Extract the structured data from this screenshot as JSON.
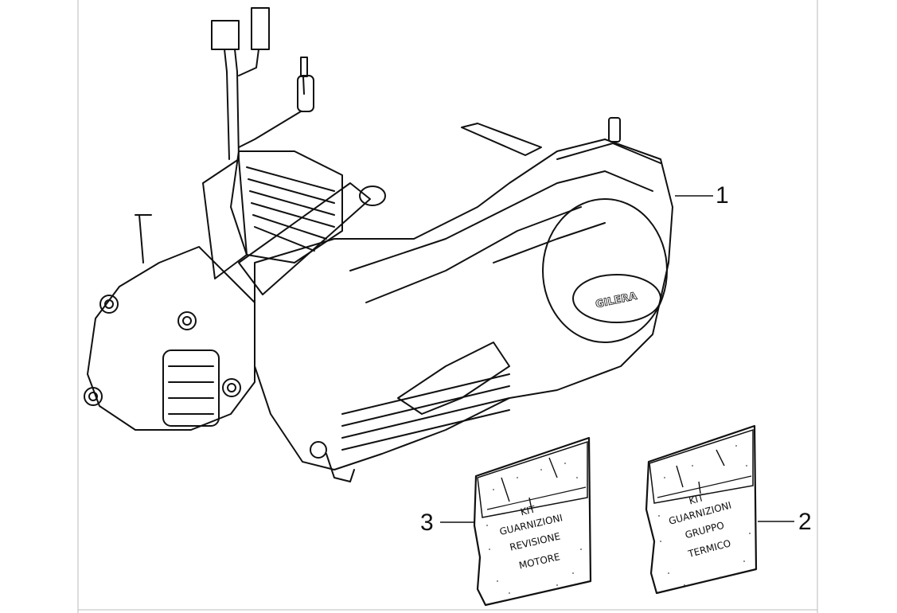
{
  "callouts": {
    "engine": "1",
    "kit_gruppo": "2",
    "kit_revisione": "3"
  },
  "kit_revisione_motore": {
    "line1": "KIT",
    "line2": "GUARNIZIONI",
    "line3": "REVISIONE",
    "line4": "MOTORE"
  },
  "kit_gruppo_termico": {
    "line1": "KIT",
    "line2": "GUARNIZIONI",
    "line3": "GRUPPO",
    "line4": "TERMICO"
  },
  "engine_logo": "GILERA",
  "colors": {
    "line": "#111111",
    "background": "#ffffff",
    "frame": "#bbbbbb"
  }
}
